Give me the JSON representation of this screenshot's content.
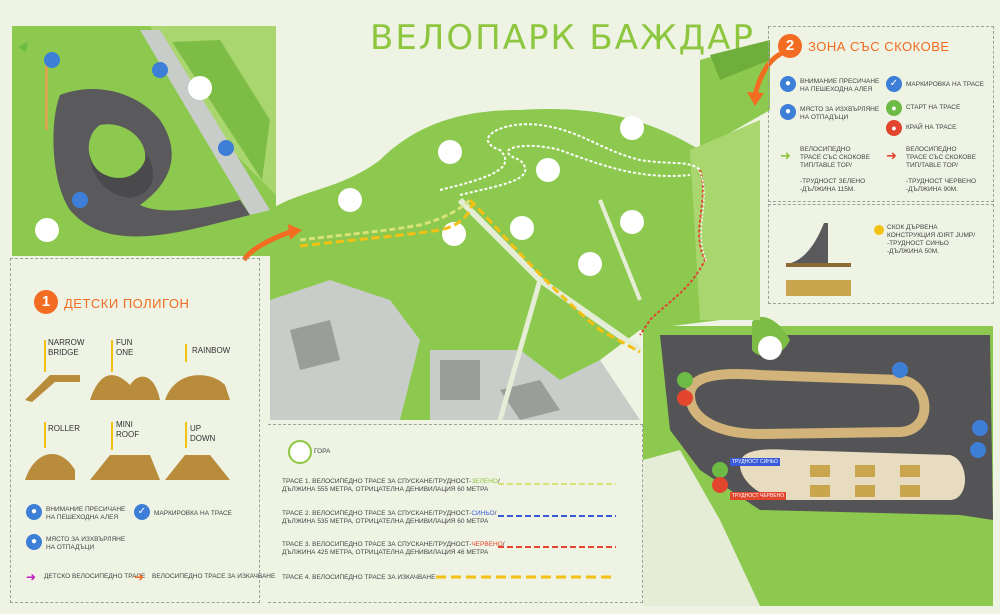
{
  "title": "ВЕЛОПАРК БАЖДАР",
  "sections": {
    "kids": {
      "number": "1",
      "title": "ДЕТСКИ ПОЛИГОН"
    },
    "jumps": {
      "number": "2",
      "title": "ЗОНА СЪС СКОКОВЕ"
    }
  },
  "kids_obstacles": [
    {
      "label": "NARROW\nBRIDGE"
    },
    {
      "label": "FUN\nONE"
    },
    {
      "label": "RAINBOW"
    },
    {
      "label": "ROLLER"
    },
    {
      "label": "MINI\nROOF"
    },
    {
      "label": "UP\nDOWN"
    }
  ],
  "kids_legend": {
    "crossing": "ВНИМАНИЕ ПРЕСИЧАНЕ\nНА ПЕШЕХОДНА АЛЕЯ",
    "marking": "МАРКИРОВКА НА ТРАСЕ",
    "waste": "МЯСТО ЗА ИЗХВЪРЛЯНЕ\nНА ОТПАДЪЦИ",
    "kids_trail": "ДЕТСКО ВЕЛОСИПЕДНО ТРАСЕ",
    "climb_trail": "ВЕЛОСИПЕДНО ТРАСЕ ЗА ИЗКАЧВАНЕ"
  },
  "jump_legend": {
    "crossing": "ВНИМАНИЕ ПРЕСИЧАНЕ\nНА ПЕШЕХОДНА АЛЕЯ",
    "marking": "МАРКИРОВКА НА ТРАСЕ",
    "waste": "МЯСТО ЗА ИЗХВЪРЛЯНЕ\nНА ОТПАДЪЦИ",
    "start": "СТАРТ НА ТРАСЕ",
    "end": "КРАЙ НА ТРАСЕ",
    "green_table": "ВЕЛОСИПЕДНО\nТРАСЕ СЪС СКОКОВЕ\nТИП/TABLE TOP/\n\n-ТРУДНОСТ ЗЕЛЕНО\n-ДЪЛЖИНА 115М.",
    "red_table": "ВЕЛОСИПЕДНО\nТРАСЕ СЪС СКОКОВЕ\nТИП/TABLE TOP/\n\n-ТРУДНОСТ ЧЕРВЕНО\n-ДЪЛЖИНА 90М.",
    "wood_jump": "СКОК ДЪРВЕНА\nКОНСТРУКЦИЯ /DIRT JUMP/\n-ТРУДНОСТ СИНЬО\n-ДЪЛЖИНА 50М."
  },
  "map_legend": {
    "forest": "ГОРА",
    "t1_a": "ТРАСЕ 1. ВЕЛОСИПЕДНО ТРАСЕ ЗА СПУСКАНЕ/ТРУДНОСТ-",
    "t1_color": "ЗЕЛЕНО",
    "t1_b": "/",
    "t1_c": "ДЪЛЖИНА 555 МЕТРА, ОТРИЦАТЕЛНА ДЕНИВИЛАЦИЯ 60 МЕТРА",
    "t2_a": "ТРАСЕ 2. ВЕЛОСИПЕДНО ТРАСЕ ЗА СПУСКАНЕ/ТРУДНОСТ-",
    "t2_color": "СИНЬО",
    "t2_b": "/",
    "t2_c": "ДЪЛЖИНА 535 МЕТРА, ОТРИЦАТЕЛНА ДЕНИВИЛАЦИЯ 60 МЕТРА",
    "t3_a": "ТРАСЕ 3. ВЕЛОСИПЕДНО ТРАСЕ ЗА СПУСКАНЕ/ТРУДНОСТ-",
    "t3_color": "ЧЕРВЕНО",
    "t3_b": "/",
    "t3_c": "ДЪЛЖИНА 425 МЕТРА, ОТРИЦАТЕЛНА ДЕНИВИЛАЦИЯ 46 МЕТРА",
    "t4": "ТРАСЕ 4. ВЕЛОСИПЕДНО ТРАСЕ ЗА ИЗКАЧВАНЕ"
  },
  "map_labels": {
    "blue_trail": "ТРУДНОСТ СИНЬО",
    "red_trail": "ТРУДНОСТ ЧЕРВЕНО"
  },
  "colors": {
    "green_trail": "#d7e27a",
    "blue_trail": "#3a5bd9",
    "red_trail": "#e2462e",
    "climb_trail": "#f5c014",
    "accent": "#f26c21",
    "title": "#8dc63f"
  }
}
